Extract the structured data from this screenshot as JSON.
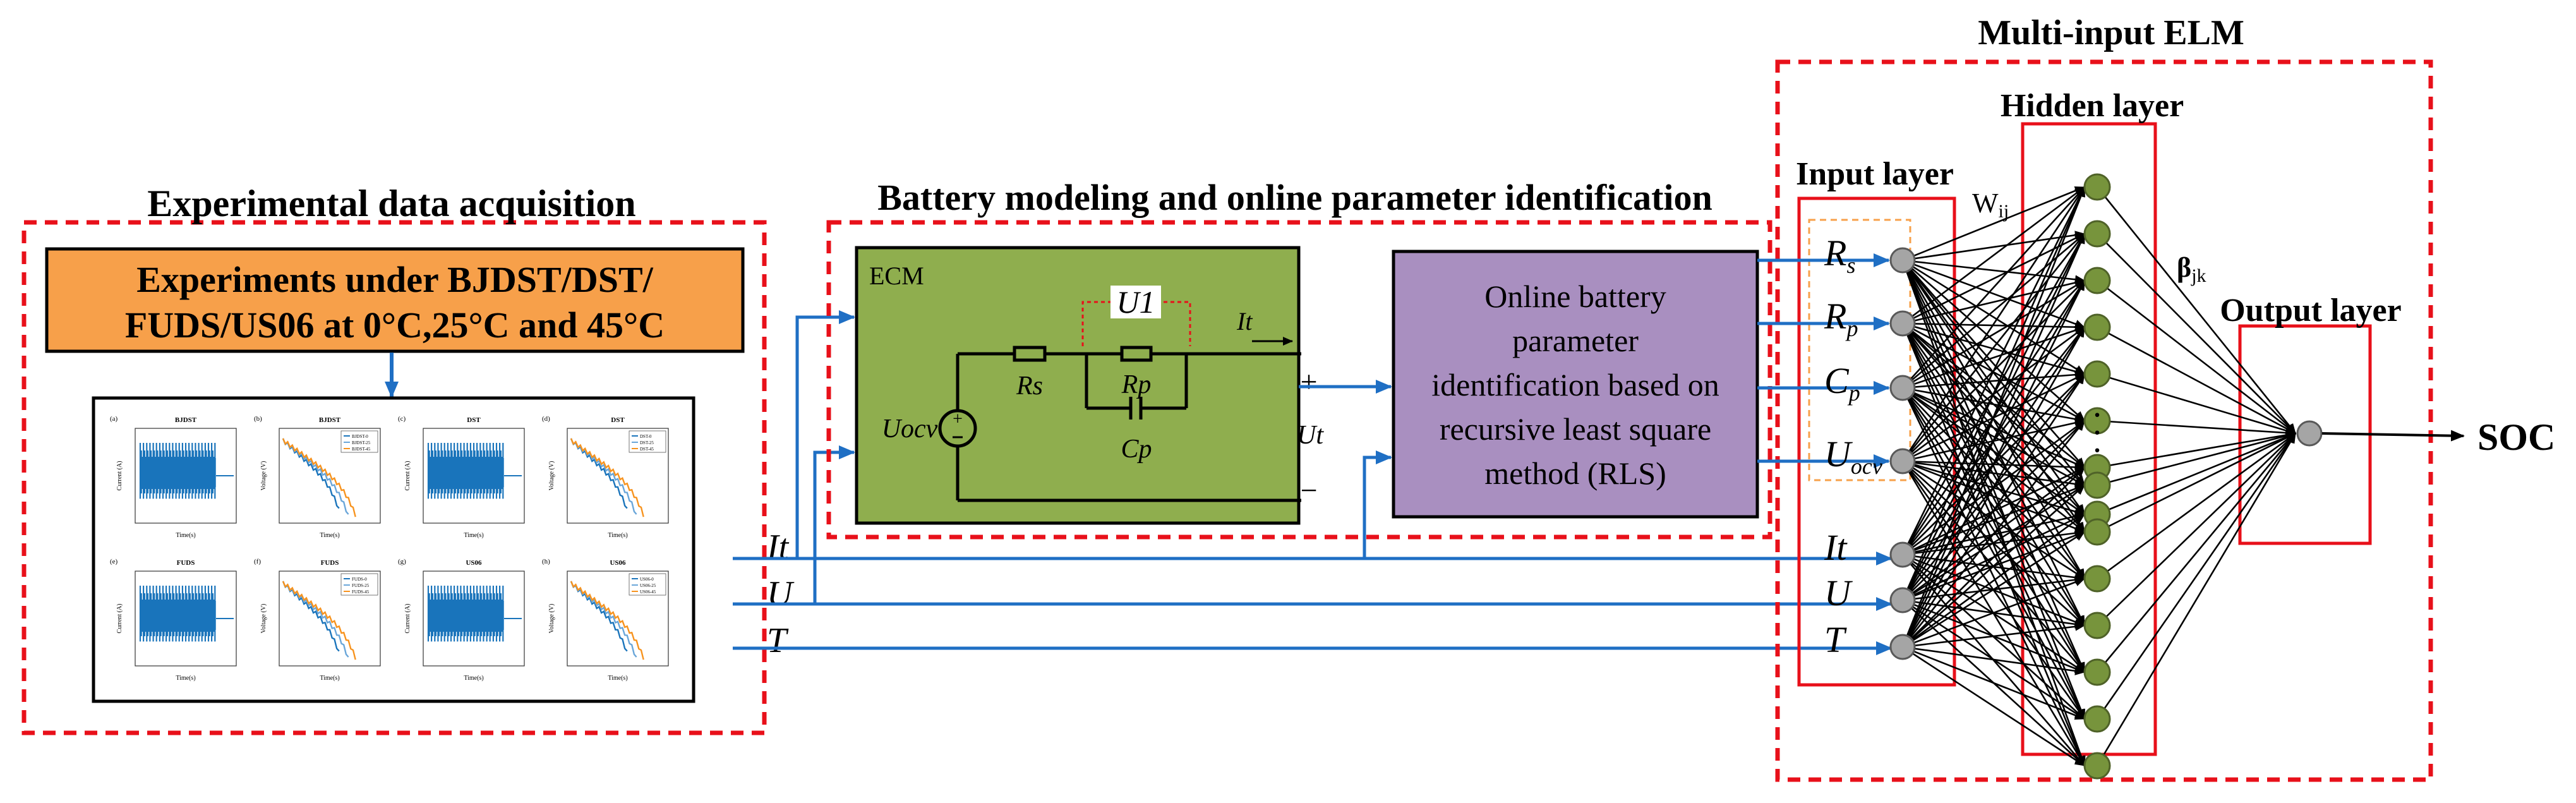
{
  "sections": {
    "experimental": {
      "title": "Experimental data acquisition"
    },
    "modeling": {
      "title": "Battery modeling and online parameter identification"
    },
    "elm": {
      "title": "Multi-input ELM"
    }
  },
  "experiments_box": {
    "line1": "Experiments under BJDST/DST/",
    "line2": "FUDS/US06 at 0°C,25°C and 45°C"
  },
  "charts": [
    {
      "tag": "(a)",
      "title": "BJDST",
      "ylabel": "Current (A)",
      "xlabel": "Time(s)"
    },
    {
      "tag": "(b)",
      "title": "BJDST",
      "ylabel": "Voltage (V)",
      "xlabel": "Time(s)",
      "legend": [
        "BJDST-0",
        "BJDST-25",
        "BJDST-45"
      ]
    },
    {
      "tag": "(c)",
      "title": "DST",
      "ylabel": "Current (A)",
      "xlabel": "Time(s)"
    },
    {
      "tag": "(d)",
      "title": "DST",
      "ylabel": "Voltage (V)",
      "xlabel": "Time(s)",
      "legend": [
        "DST-0",
        "DST-25",
        "DST-45"
      ]
    },
    {
      "tag": "(e)",
      "title": "FUDS",
      "ylabel": "Current (A)",
      "xlabel": "Time(s)"
    },
    {
      "tag": "(f)",
      "title": "FUDS",
      "ylabel": "Voltage (V)",
      "xlabel": "Time(s)",
      "legend": [
        "FUDS-0",
        "FUDS-25",
        "FUDS-45"
      ]
    },
    {
      "tag": "(g)",
      "title": "US06",
      "ylabel": "Current (A)",
      "xlabel": "Time(s)"
    },
    {
      "tag": "(h)",
      "title": "US06",
      "ylabel": "Voltage (V)",
      "xlabel": "Time(s)",
      "legend": [
        "US06-0",
        "US06-25",
        "US06-45"
      ]
    }
  ],
  "ecm": {
    "label": "ECM",
    "u1": "U1",
    "it": "It",
    "rs": "Rs",
    "rp": "Rp",
    "cp": "Cp",
    "uocv": "Uocv",
    "ut": "Ut",
    "plus": "+",
    "minus": "−"
  },
  "rls_box": {
    "lines": [
      "Online battery",
      "parameter",
      "identification based on",
      "recursive least square",
      "method (RLS)"
    ]
  },
  "signals": {
    "it": "It",
    "u": "U",
    "t": "T"
  },
  "layers": {
    "input": "Input layer",
    "hidden": "Hidden layer",
    "output": "Output layer",
    "wij": "W",
    "wij_sub": "ij",
    "bjk": "β",
    "bjk_sub": "jk",
    "dots": "·\n·\n·"
  },
  "inputs": [
    {
      "main": "R",
      "sub": "s"
    },
    {
      "main": "R",
      "sub": "p"
    },
    {
      "main": "C",
      "sub": "p"
    },
    {
      "main": "U",
      "sub": "ocv"
    },
    {
      "main": "It",
      "sub": ""
    },
    {
      "main": "U",
      "sub": ""
    },
    {
      "main": "T",
      "sub": ""
    }
  ],
  "output_label": "SOC",
  "colors": {
    "red": "#e8101a",
    "orange_box": "#f7a04a",
    "ecm_green": "#8fae4e",
    "rls_purple": "#a98fc0",
    "arrow_blue": "#1f6fc4",
    "node_gray": "#a5a5a5",
    "node_green": "#77943c",
    "chart_blue": "#1a74bb",
    "chart_orange": "#f7931e"
  }
}
